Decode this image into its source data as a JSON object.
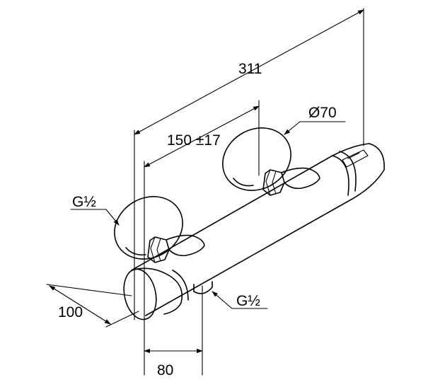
{
  "diagram": {
    "dimensions": {
      "overall_length": "311",
      "center_distance": "150 ±17",
      "flange_diameter": "Ø70",
      "inlet_thread_left": "G½",
      "outlet_thread_bottom": "G½",
      "wall_projection": "100",
      "outlet_offset": "80"
    },
    "colors": {
      "line": "#000000",
      "background": "#ffffff"
    }
  }
}
